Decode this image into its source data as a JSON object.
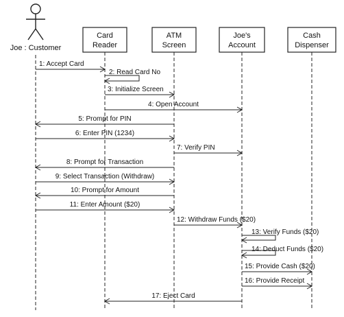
{
  "diagram": {
    "actor": {
      "label": "Joe : Customer"
    },
    "objects": [
      {
        "id": "reader",
        "lines": [
          "Card",
          "Reader"
        ]
      },
      {
        "id": "screen",
        "lines": [
          "ATM",
          "Screen"
        ]
      },
      {
        "id": "account",
        "lines": [
          "Joe's",
          "Account"
        ]
      },
      {
        "id": "dispenser",
        "lines": [
          "Cash",
          "Dispenser"
        ]
      }
    ],
    "messages": [
      {
        "from": "customer",
        "to": "reader",
        "label": "1: Accept Card"
      },
      {
        "from": "reader",
        "to": "reader",
        "label": "2: Read Card No"
      },
      {
        "from": "reader",
        "to": "screen",
        "label": "3: Initialize Screen"
      },
      {
        "from": "reader",
        "to": "account",
        "label": "4: Open Account"
      },
      {
        "from": "screen",
        "to": "customer",
        "label": "5: Prompt for PIN"
      },
      {
        "from": "customer",
        "to": "screen",
        "label": "6: Enter PIN (1234)"
      },
      {
        "from": "screen",
        "to": "account",
        "label": "7: Verify PIN"
      },
      {
        "from": "screen",
        "to": "customer",
        "label": "8: Prompt for Transaction"
      },
      {
        "from": "customer",
        "to": "screen",
        "label": "9: Select Transaction (Withdraw)"
      },
      {
        "from": "screen",
        "to": "customer",
        "label": "10: Prompt for Amount"
      },
      {
        "from": "customer",
        "to": "screen",
        "label": "11: Enter Amount ($20)"
      },
      {
        "from": "screen",
        "to": "account",
        "label": "12: Withdraw Funds ($20)"
      },
      {
        "from": "account",
        "to": "account",
        "label": "13: Verify Funds ($20)"
      },
      {
        "from": "account",
        "to": "account",
        "label": "14: Deduct Funds ($20)"
      },
      {
        "from": "account",
        "to": "dispenser",
        "label": "15: Provide Cash ($20)"
      },
      {
        "from": "account",
        "to": "dispenser",
        "label": "16: Provide Receipt"
      },
      {
        "from": "account",
        "to": "reader",
        "label": "17: Eject Card"
      }
    ]
  }
}
